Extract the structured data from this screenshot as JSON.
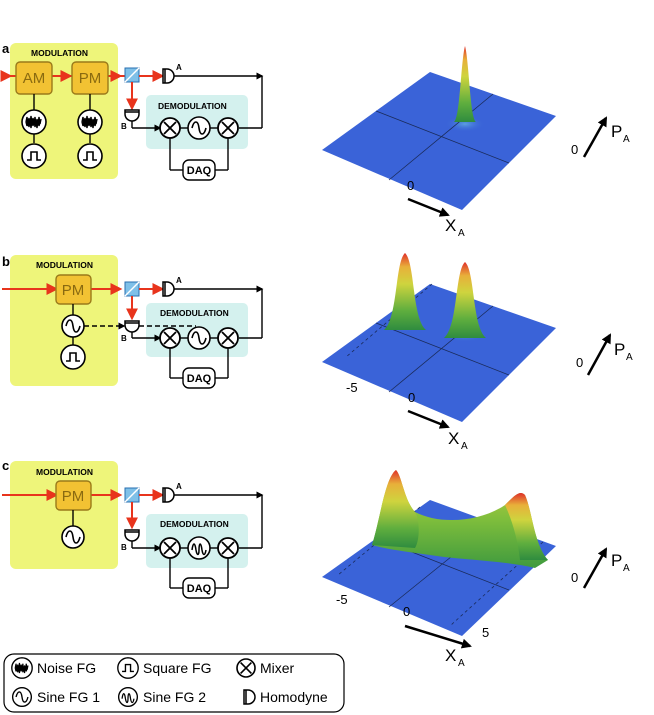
{
  "panels": [
    {
      "letter": "a",
      "modulation_title": "MODULATION",
      "modulators": [
        "AM",
        "PM"
      ],
      "demodulation_title": "DEMODULATION",
      "daq_label": "DAQ",
      "detector_a": "A",
      "detector_b": "B",
      "axis_x_label": "X",
      "axis_x_sub": "A",
      "axis_p_label": "P",
      "axis_p_sub": "A",
      "x_ticks": [
        "0"
      ],
      "p_ticks": [
        "0"
      ]
    },
    {
      "letter": "b",
      "modulation_title": "MODULATION",
      "modulators": [
        "PM"
      ],
      "demodulation_title": "DEMODULATION",
      "daq_label": "DAQ",
      "detector_a": "A",
      "detector_b": "B",
      "axis_x_label": "X",
      "axis_x_sub": "A",
      "axis_p_label": "P",
      "axis_p_sub": "A",
      "x_ticks": [
        "-5",
        "0"
      ],
      "p_ticks": [
        "0"
      ]
    },
    {
      "letter": "c",
      "modulation_title": "MODULATION",
      "modulators": [
        "PM"
      ],
      "demodulation_title": "DEMODULATION",
      "daq_label": "DAQ",
      "detector_a": "A",
      "detector_b": "B",
      "axis_x_label": "X",
      "axis_x_sub": "A",
      "axis_p_label": "P",
      "axis_p_sub": "A",
      "x_ticks": [
        "-5",
        "0",
        "5"
      ],
      "p_ticks": [
        "0"
      ]
    }
  ],
  "legend": {
    "items": [
      {
        "icon": "noise-fg-icon",
        "label": "Noise FG"
      },
      {
        "icon": "square-fg-icon",
        "label": "Square FG"
      },
      {
        "icon": "mixer-icon",
        "label": "Mixer"
      },
      {
        "icon": "sine-fg-1-icon",
        "label": "Sine FG 1"
      },
      {
        "icon": "sine-fg-2-icon",
        "label": "Sine FG 2"
      },
      {
        "icon": "homodyne-icon",
        "label": "Homodyne"
      }
    ]
  },
  "colors": {
    "modulation_bg": "#eef57a",
    "demodulation_bg": "#d4f1ee",
    "modulator_fill": "#f2c233",
    "beam": "#e8341c",
    "plane": "#3a63d8",
    "peak_top": "#e0302a",
    "peak_mid": "#d9d43a",
    "peak_low": "#3fa640"
  }
}
